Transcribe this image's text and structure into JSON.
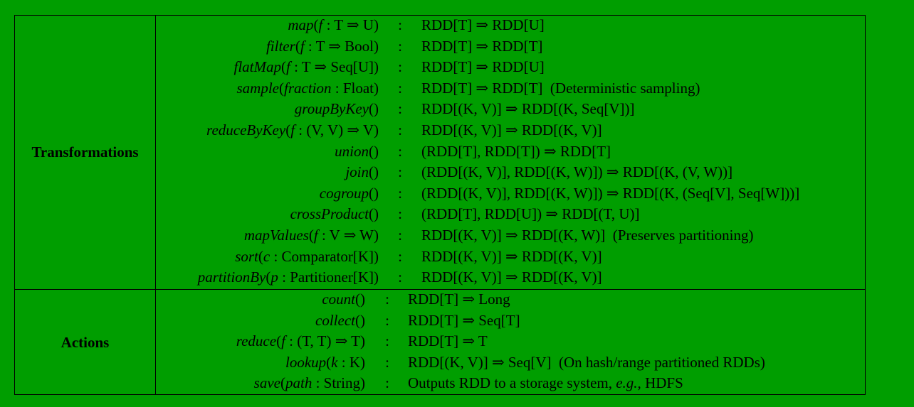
{
  "sections": [
    {
      "title": "Transformations",
      "rows": [
        {
          "name": "map",
          "args_pre": "(",
          "arg_var": "f",
          "args_post": " : T ⇒ U)",
          "sig": "RDD[T] ⇒ RDD[U]",
          "note": ""
        },
        {
          "name": "filter",
          "args_pre": "(",
          "arg_var": "f",
          "args_post": " : T ⇒ Bool)",
          "sig": "RDD[T] ⇒ RDD[T]",
          "note": ""
        },
        {
          "name": "flatMap",
          "args_pre": "(",
          "arg_var": "f",
          "args_post": " : T ⇒ Seq[U])",
          "sig": "RDD[T] ⇒ RDD[U]",
          "note": ""
        },
        {
          "name": "sample",
          "args_pre": "(",
          "arg_var": "fraction",
          "args_post": " : Float)",
          "sig": "RDD[T] ⇒ RDD[T]",
          "note": "(Deterministic sampling)"
        },
        {
          "name": "groupByKey",
          "args_pre": "()",
          "arg_var": "",
          "args_post": "",
          "sig": "RDD[(K, V)] ⇒ RDD[(K, Seq[V])]",
          "note": ""
        },
        {
          "name": "reduceByKey",
          "args_pre": "(",
          "arg_var": "f",
          "args_post": " : (V, V) ⇒ V)",
          "sig": "RDD[(K, V)] ⇒ RDD[(K, V)]",
          "note": ""
        },
        {
          "name": "union",
          "args_pre": "()",
          "arg_var": "",
          "args_post": "",
          "sig": "(RDD[T], RDD[T]) ⇒ RDD[T]",
          "note": ""
        },
        {
          "name": "join",
          "args_pre": "()",
          "arg_var": "",
          "args_post": "",
          "sig": "(RDD[(K, V)], RDD[(K, W)]) ⇒ RDD[(K, (V, W))]",
          "note": ""
        },
        {
          "name": "cogroup",
          "args_pre": "()",
          "arg_var": "",
          "args_post": "",
          "sig": "(RDD[(K, V)], RDD[(K, W)]) ⇒ RDD[(K, (Seq[V], Seq[W]))]",
          "note": ""
        },
        {
          "name": "crossProduct",
          "args_pre": "()",
          "arg_var": "",
          "args_post": "",
          "sig": "(RDD[T], RDD[U]) ⇒ RDD[(T, U)]",
          "note": ""
        },
        {
          "name": "mapValues",
          "args_pre": "(",
          "arg_var": "f",
          "args_post": " : V ⇒ W)",
          "sig": "RDD[(K, V)] ⇒ RDD[(K, W)]",
          "note": "(Preserves partitioning)"
        },
        {
          "name": "sort",
          "args_pre": "(",
          "arg_var": "c",
          "args_post": " : Comparator[K])",
          "sig": "RDD[(K, V)] ⇒ RDD[(K, V)]",
          "note": ""
        },
        {
          "name": "partitionBy",
          "args_pre": "(",
          "arg_var": "p",
          "args_post": " : Partitioner[K])",
          "sig": "RDD[(K, V)] ⇒ RDD[(K, V)]",
          "note": ""
        }
      ]
    },
    {
      "title": "Actions",
      "rows": [
        {
          "name": "count",
          "args_pre": "()",
          "arg_var": "",
          "args_post": "",
          "sig": "RDD[T] ⇒ Long",
          "note": ""
        },
        {
          "name": "collect",
          "args_pre": "()",
          "arg_var": "",
          "args_post": "",
          "sig": "RDD[T] ⇒ Seq[T]",
          "note": ""
        },
        {
          "name": "reduce",
          "args_pre": "(",
          "arg_var": "f",
          "args_post": " : (T, T) ⇒ T)",
          "sig": "RDD[T] ⇒ T",
          "note": ""
        },
        {
          "name": "lookup",
          "args_pre": "(",
          "arg_var": "k",
          "args_post": " : K)",
          "sig": "RDD[(K, V)] ⇒ Seq[V]",
          "note": "(On hash/range partitioned RDDs)"
        },
        {
          "name": "save",
          "args_pre": "(",
          "arg_var": "path",
          "args_post": " : String)",
          "sig": "Outputs RDD to a storage system, ",
          "sig_italic": "e.g.,",
          "sig_tail": " HDFS",
          "note": ""
        }
      ]
    }
  ],
  "colon": ":"
}
